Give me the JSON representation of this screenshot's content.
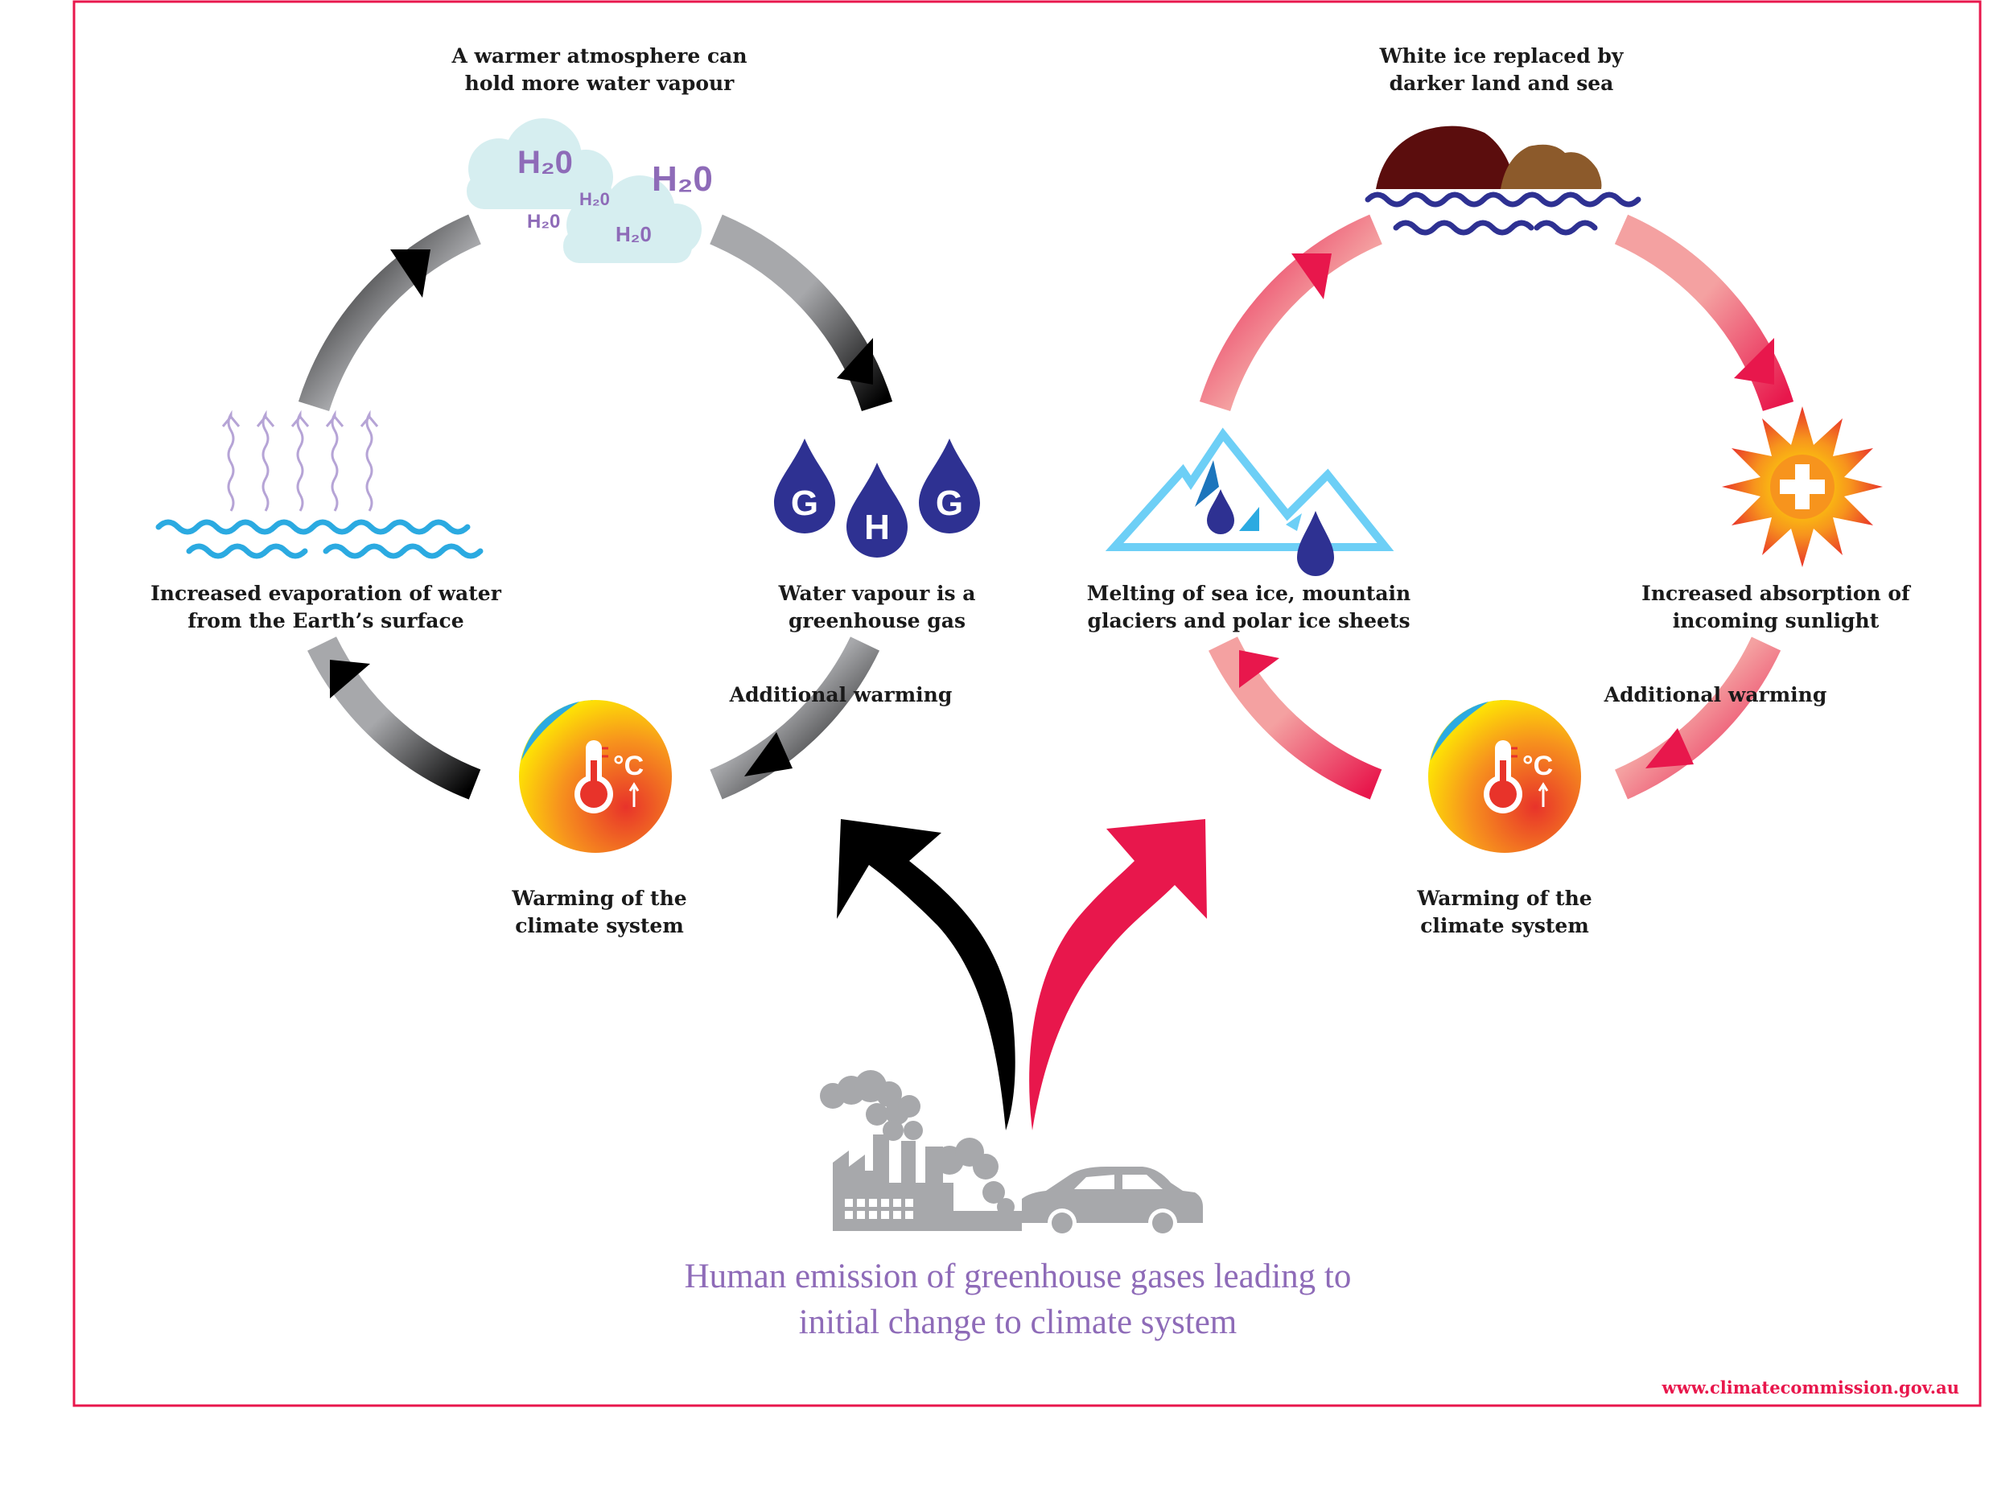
{
  "colors": {
    "frame": "#e8174c",
    "grey_cycle": "#a7a8ab",
    "pink_cycle": "#f4a1a1",
    "black_arrow": "#000000",
    "red_arrow": "#e8174c",
    "purple_text": "#8e6bb8",
    "water_blue": "#2baae1",
    "ghg_navy": "#2e3192",
    "ice_blue": "#6dcff6"
  },
  "left_cycle": {
    "top_label": [
      "A warmer atmosphere can",
      "hold more water vapour"
    ],
    "right_label": [
      "Water vapour is a",
      "greenhouse gas"
    ],
    "left_label": [
      "Increased evaporation of water",
      "from the Earth’s surface"
    ],
    "bottom_label": [
      "Warming of the",
      "climate system"
    ],
    "additional": "Additional warming",
    "h2o_big": "H₂0",
    "h2o_small": "H₂0",
    "ghg_letters": [
      "G",
      "H",
      "G"
    ],
    "degc": "°C"
  },
  "right_cycle": {
    "top_label": [
      "White ice replaced by",
      "darker land and sea"
    ],
    "left_label": [
      "Melting of sea ice, mountain",
      "glaciers and polar ice sheets"
    ],
    "right_label": [
      "Increased absorption of",
      "incoming sunlight"
    ],
    "bottom_label": [
      "Warming of the",
      "climate system"
    ],
    "additional": "Additional warming",
    "degc": "°C"
  },
  "caption": [
    "Human emission of greenhouse gases leading to",
    "initial change to climate system"
  ],
  "url": "www.climatecommission.gov.au",
  "icons": [
    "cloud-icon",
    "water-waves-icon",
    "evaporation-arrows-icon",
    "ghg-drop-icon",
    "thermometer-icon",
    "mountain-icon",
    "land-icon",
    "sun-icon",
    "factory-icon",
    "car-icon"
  ]
}
